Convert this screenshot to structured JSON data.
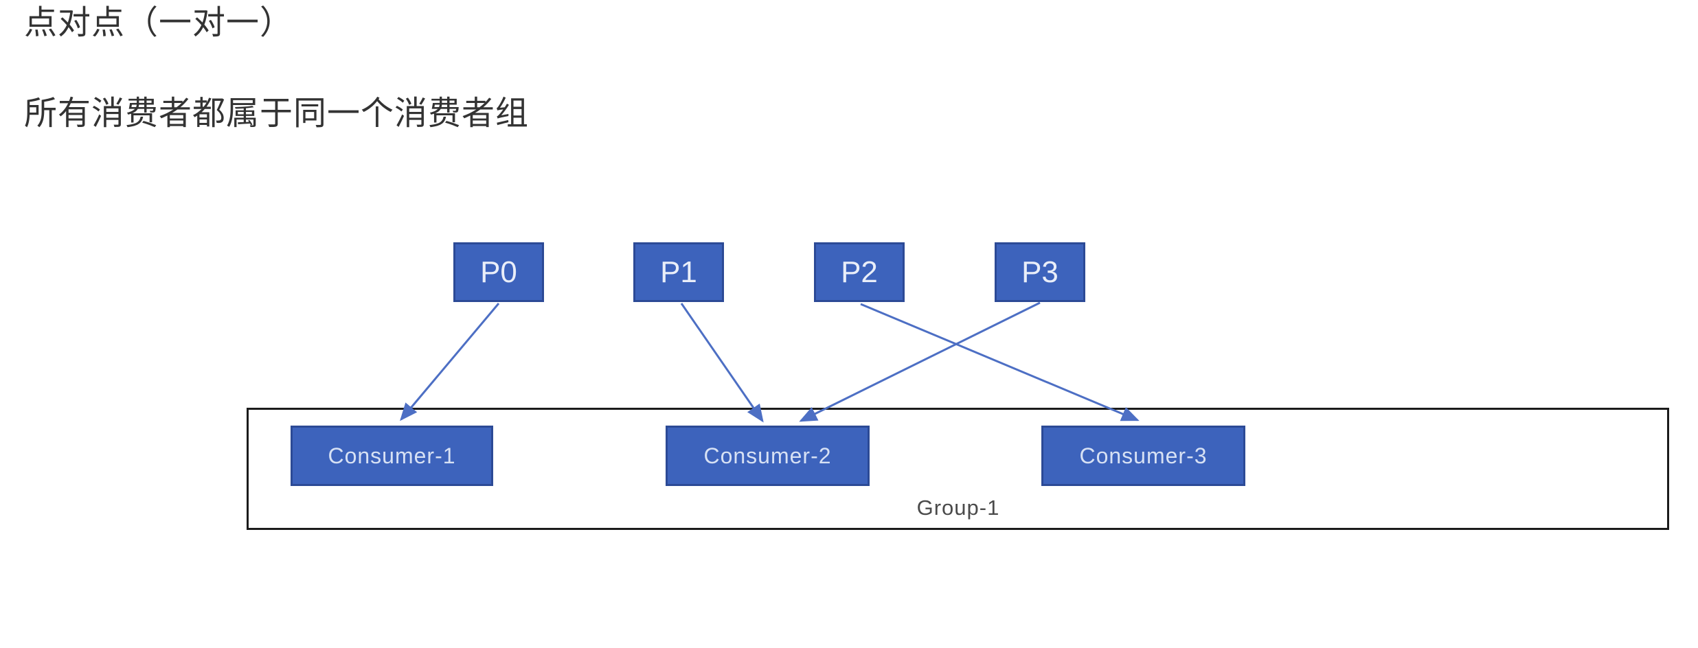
{
  "titles": {
    "heading": "点对点（一对一）",
    "subheading": "所有消费者都属于同一个消费者组"
  },
  "diagram": {
    "partitions": [
      {
        "label": "P0"
      },
      {
        "label": "P1"
      },
      {
        "label": "P2"
      },
      {
        "label": "P3"
      }
    ],
    "consumer_group": {
      "label": "Group-1",
      "consumers": [
        {
          "label": "Consumer-1"
        },
        {
          "label": "Consumer-2"
        },
        {
          "label": "Consumer-3"
        }
      ]
    },
    "connections": [
      {
        "from": "P0",
        "to": "Consumer-1"
      },
      {
        "from": "P1",
        "to": "Consumer-2"
      },
      {
        "from": "P3",
        "to": "Consumer-2"
      },
      {
        "from": "P2",
        "to": "Consumer-3"
      }
    ],
    "colors": {
      "box_fill": "#3d63bc",
      "box_border": "#2c4a96",
      "box_text": "#e9eef9",
      "consumer_text": "#d7e1f4",
      "arrow": "#4d6fc4",
      "group_border": "#1b1b1b",
      "label_text": "#4a4a4a",
      "title_text": "#333333"
    }
  }
}
